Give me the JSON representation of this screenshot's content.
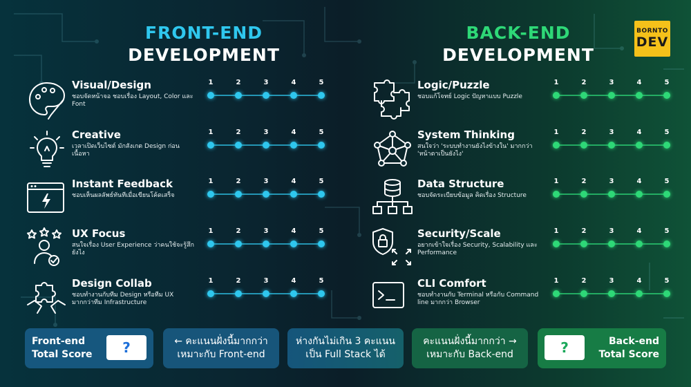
{
  "logo": {
    "line1": "BORNTO",
    "line2": "DEV"
  },
  "frontend": {
    "title_line1": "FRONT-END",
    "title_line2": "DEVELOPMENT",
    "accent_color": "#2fc7ee",
    "scale": [
      "1",
      "2",
      "3",
      "4",
      "5"
    ],
    "items": [
      {
        "icon": "palette-icon",
        "title": "Visual/Design",
        "desc": "ชอบจัดหน้าจอ ชอบเรื่อง Layout, Color และ Font"
      },
      {
        "icon": "lightbulb-icon",
        "title": "Creative",
        "desc": "เวลาเปิดเว็บไซต์ มักสังเกต Design ก่อนเนื้อหา"
      },
      {
        "icon": "browser-lightning-icon",
        "title": "Instant Feedback",
        "desc": "ชอบเห็นผลลัพธ์ทันทีเมื่อเขียนโค้ดเสร็จ"
      },
      {
        "icon": "user-stars-icon",
        "title": "UX Focus",
        "desc": "สนใจเรื่อง User Experience ว่าคนใช้จะรู้สึกยังไง"
      },
      {
        "icon": "puzzle-hands-icon",
        "title": "Design Collab",
        "desc": "ชอบทำงานกับทีม Design หรือทีม UX มากกว่าทีม Infrastructure"
      }
    ]
  },
  "backend": {
    "title_line1": "BACK-END",
    "title_line2": "DEVELOPMENT",
    "accent_color": "#2ed877",
    "scale": [
      "1",
      "2",
      "3",
      "4",
      "5"
    ],
    "items": [
      {
        "icon": "puzzle-icon",
        "title": "Logic/Puzzle",
        "desc": "ชอบแก้โจทย์ Logic ปัญหาแบบ Puzzle"
      },
      {
        "icon": "network-icon",
        "title": "System Thinking",
        "desc": "สนใจว่า 'ระบบทำงานยังไงข้างใน' มากกว่า 'หน้าตาเป็นยังไง'"
      },
      {
        "icon": "database-icon",
        "title": "Data Structure",
        "desc": "ชอบจัดระเบียบข้อมูล คิดเรื่อง Structure"
      },
      {
        "icon": "shield-lock-icon",
        "title": "Security/Scale",
        "desc": "อยากเข้าใจเรื่อง Security, Scalability และ Performance"
      },
      {
        "icon": "terminal-icon",
        "title": "CLI Comfort",
        "desc": "ชอบทำงานกับ Terminal หรือกับ Command line มากกว่า Browser"
      }
    ]
  },
  "footer": {
    "fe_score_line1": "Front-end",
    "fe_score_line2": "Total Score",
    "fe_score_value": "?",
    "fe_hint_line1": "← คะแนนฝั่งนี้มากกว่า",
    "fe_hint_line2": "เหมาะกับ Front-end",
    "mid_line1": "ห่างกันไม่เกิน 3 คะแนน",
    "mid_line2": "เป็น Full Stack ได้",
    "be_hint_line1": "คะแนนฝั่งนี้มากกว่า →",
    "be_hint_line2": "เหมาะกับ Back-end",
    "be_score_line1": "Back-end",
    "be_score_line2": "Total Score",
    "be_score_value": "?"
  }
}
